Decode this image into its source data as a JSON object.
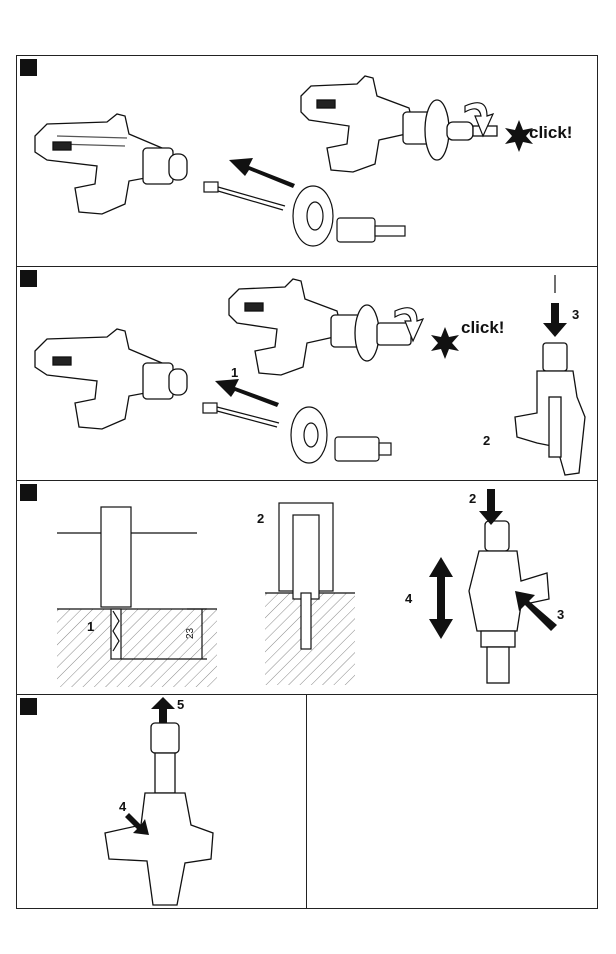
{
  "panels": {
    "p1": {
      "click": "click!"
    },
    "p2": {
      "click": "click!",
      "step1": "1",
      "step2": "2",
      "step3": "3"
    },
    "p3": {
      "item1": "1",
      "item2": "2",
      "depth": "23",
      "tool_step2": "2",
      "tool_step3": "3",
      "tool_step4": "4"
    },
    "p4": {
      "step4": "4",
      "step5": "5"
    }
  },
  "colors": {
    "line": "#111111",
    "hatch": "#888888"
  },
  "icons": [
    "starburst-icon",
    "rotate-arrow-icon",
    "push-arrow-icon"
  ]
}
